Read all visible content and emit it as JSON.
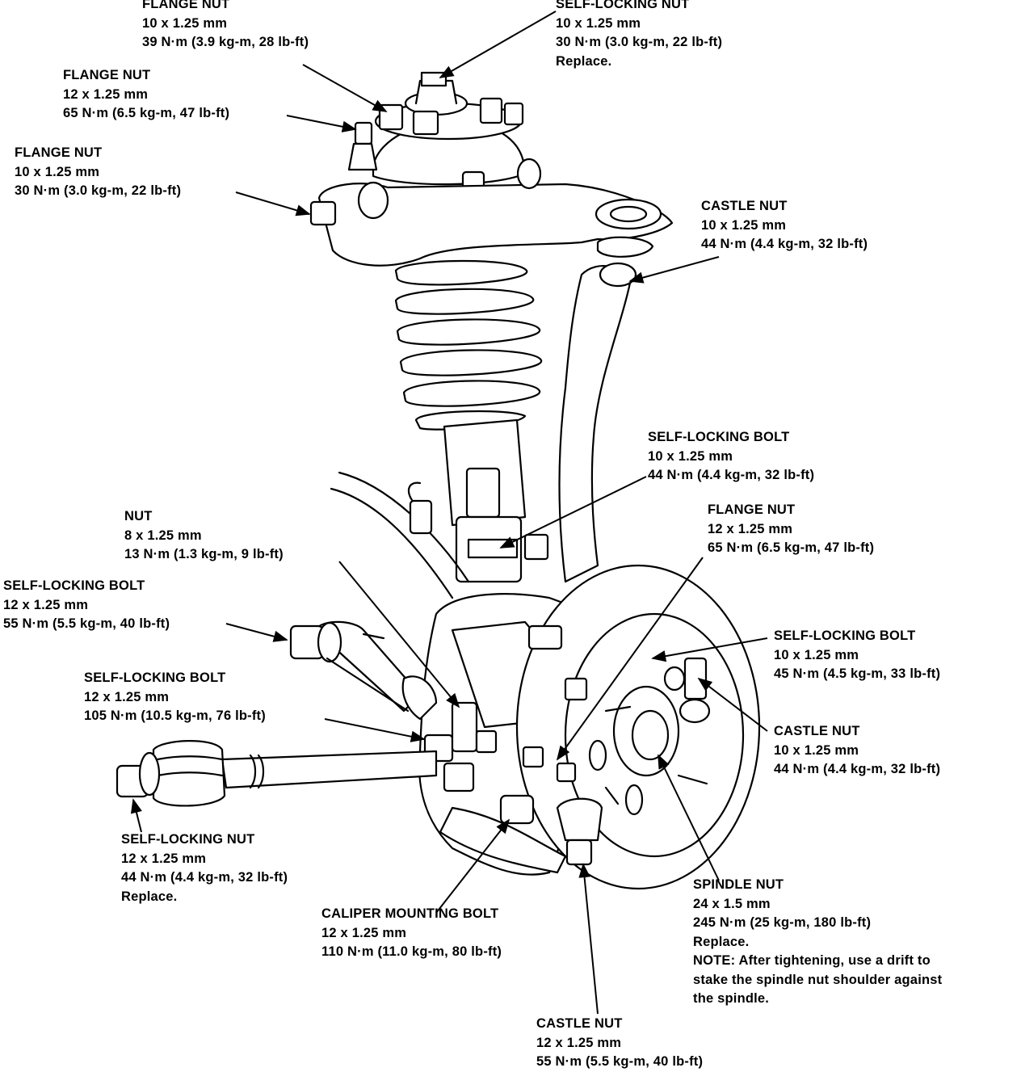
{
  "callouts": {
    "flange_nut_top": {
      "title": "FLANGE NUT",
      "lines": [
        "10 x 1.25 mm",
        "39 N·m (3.9 kg-m, 28 lb-ft)"
      ]
    },
    "self_locking_nut_top": {
      "title": "SELF-LOCKING NUT",
      "lines": [
        "10 x 1.25 mm",
        "30 N·m (3.0 kg-m, 22 lb-ft)",
        "Replace."
      ]
    },
    "flange_nut_upper_left": {
      "title": "FLANGE NUT",
      "lines": [
        "12 x 1.25 mm",
        "65 N·m (6.5 kg-m, 47 lb-ft)"
      ]
    },
    "flange_nut_left": {
      "title": "FLANGE NUT",
      "lines": [
        "10 x 1.25 mm",
        "30 N·m (3.0 kg-m, 22 lb-ft)"
      ]
    },
    "castle_nut_upper_right": {
      "title": "CASTLE NUT",
      "lines": [
        "10 x 1.25 mm",
        "44 N·m (4.4 kg-m, 32 lb-ft)"
      ]
    },
    "self_locking_bolt_mid_right": {
      "title": "SELF-LOCKING BOLT",
      "lines": [
        "10 x 1.25 mm",
        "44 N·m (4.4 kg-m, 32 lb-ft)"
      ]
    },
    "flange_nut_mid_right": {
      "title": "FLANGE NUT",
      "lines": [
        "12 x 1.25 mm",
        "65 N·m (6.5 kg-m, 47 lb-ft)"
      ]
    },
    "nut_mid": {
      "title": "NUT",
      "lines": [
        "8 x 1.25 mm",
        "13 N·m (1.3 kg-m, 9 lb-ft)"
      ]
    },
    "self_locking_bolt_left": {
      "title": "SELF-LOCKING BOLT",
      "lines": [
        "12 x 1.25 mm",
        "55 N·m (5.5 kg-m, 40 lb-ft)"
      ]
    },
    "self_locking_bolt_right": {
      "title": "SELF-LOCKING BOLT",
      "lines": [
        "10 x 1.25 mm",
        "45 N·m (4.5 kg-m, 33 lb-ft)"
      ]
    },
    "self_locking_bolt_lower_left": {
      "title": "SELF-LOCKING BOLT",
      "lines": [
        "12 x 1.25 mm",
        "105 N·m (10.5 kg-m, 76 lb-ft)"
      ]
    },
    "castle_nut_right": {
      "title": "CASTLE NUT",
      "lines": [
        "10 x 1.25 mm",
        "44 N·m (4.4 kg-m, 32 lb-ft)"
      ]
    },
    "self_locking_nut_bottom_left": {
      "title": "SELF-LOCKING NUT",
      "lines": [
        "12 x 1.25 mm",
        "44 N·m (4.4 kg-m, 32 lb-ft)",
        "Replace."
      ]
    },
    "caliper_mounting_bolt": {
      "title": "CALIPER MOUNTING BOLT",
      "lines": [
        "12 x 1.25 mm",
        "110 N·m (11.0 kg-m, 80 lb-ft)"
      ]
    },
    "spindle_nut": {
      "title": "SPINDLE NUT",
      "lines": [
        "24 x 1.5 mm",
        "245 N·m (25 kg-m, 180 lb-ft)",
        "Replace.",
        "NOTE: After tightening, use a drift to",
        "stake the spindle nut shoulder against",
        "the spindle."
      ]
    },
    "castle_nut_bottom": {
      "title": "CASTLE NUT",
      "lines": [
        "12 x 1.25 mm",
        "55 N·m (5.5 kg-m, 40 lb-ft)"
      ]
    }
  }
}
